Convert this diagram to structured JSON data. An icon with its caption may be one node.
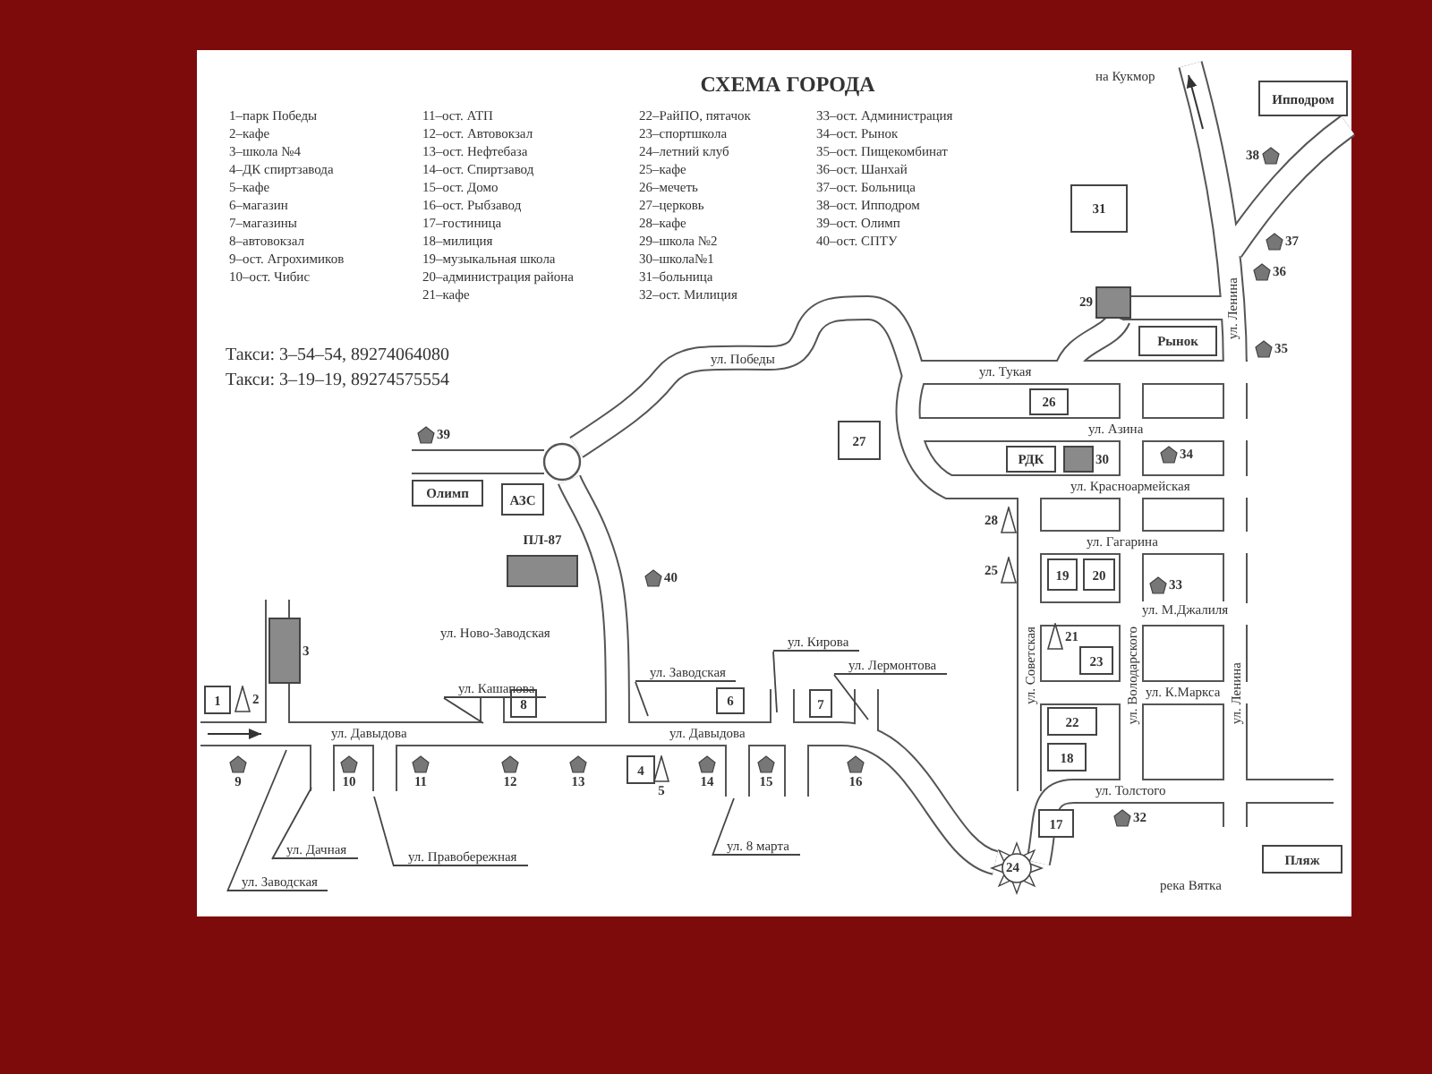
{
  "diagram": {
    "title": "СХЕМА ГОРОДА",
    "nodes": [
      {
        "text": [
          "Ипподром"
        ]
      },
      {
        "text": [],
        "shape": "pentagon",
        "beside": [
          "38"
        ]
      },
      {
        "text": [
          "31"
        ]
      },
      {
        "text": [],
        "shape": "pentagon",
        "beside": [
          "37"
        ]
      },
      {
        "text": [],
        "shape": "pentagon",
        "beside": [
          "36"
        ]
      },
      {
        "text": [],
        "shape": "box",
        "beside": [
          "29"
        ]
      },
      {
        "text": [
          "Рынок"
        ]
      },
      {
        "text": [],
        "shape": "pentagon",
        "beside": [
          "35"
        ]
      },
      {
        "text": [],
        "shape": "pentagon",
        "beside": [
          "39"
        ]
      },
      {
        "text": [
          "26"
        ]
      },
      {
        "text": [
          "27"
        ]
      },
      {
        "text": [
          "Олимп"
        ]
      },
      {
        "text": [
          "АЗС"
        ]
      },
      {
        "text": [
          "РДК"
        ]
      },
      {
        "text": [],
        "shape": "box",
        "beside": [
          "30"
        ]
      },
      {
        "text": [],
        "shape": "pentagon",
        "beside": [
          "34"
        ]
      },
      {
        "text": [],
        "shape": "triangle",
        "beside": [
          "28"
        ]
      },
      {
        "text": [
          "ПЛ-87"
        ]
      },
      {
        "text": [],
        "shape": "triangle",
        "beside": [
          "25"
        ]
      },
      {
        "text": [],
        "shape": "pentagon",
        "beside": [
          "40"
        ]
      },
      {
        "text": [
          "19"
        ]
      },
      {
        "text": [
          "20"
        ]
      },
      {
        "text": [],
        "shape": "pentagon",
        "beside": [
          "33"
        ]
      },
      {
        "text": [],
        "shape": "box",
        "beside": [
          "3"
        ]
      },
      {
        "text": [],
        "shape": "triangle",
        "beside": [
          "21"
        ]
      },
      {
        "text": [
          "23"
        ]
      },
      {
        "text": [],
        "shape": "triangle",
        "beside": [
          "2"
        ]
      },
      {
        "text": [
          "1"
        ]
      },
      {
        "text": [
          "22"
        ]
      },
      {
        "text": [
          "8"
        ]
      },
      {
        "text": [
          "6"
        ]
      },
      {
        "text": [
          "7"
        ]
      },
      {
        "text": [
          "18"
        ]
      },
      {
        "text": [],
        "shape": "pentagon",
        "beside": [
          "9"
        ]
      },
      {
        "text": [],
        "shape": "pentagon",
        "beside": [
          "10"
        ]
      },
      {
        "text": [],
        "shape": "pentagon",
        "beside": [
          "11"
        ]
      },
      {
        "text": [],
        "shape": "pentagon",
        "beside": [
          "12"
        ]
      },
      {
        "text": [],
        "shape": "pentagon",
        "beside": [
          "13"
        ]
      },
      {
        "text": [
          "4"
        ]
      },
      {
        "text": [],
        "shape": "triangle",
        "beside": [
          "5"
        ]
      },
      {
        "text": [],
        "shape": "pentagon",
        "beside": [
          "14"
        ]
      },
      {
        "text": [],
        "shape": "pentagon",
        "beside": [
          "15"
        ]
      },
      {
        "text": [],
        "shape": "pentagon",
        "beside": [
          "16"
        ]
      },
      {
        "text": [],
        "shape": "pentagon",
        "beside": [
          "32"
        ]
      },
      {
        "text": [
          "17"
        ]
      },
      {
        "text": [
          "24"
        ]
      },
      {
        "text": [
          "Пляж"
        ]
      },
      {
        "text": [
          "ул. Кашапова"
        ]
      },
      {
        "text": [
          "ул. Заводская"
        ]
      },
      {
        "text": [
          "ул. Кирова"
        ]
      },
      {
        "text": [
          "ул. Лермонтова"
        ]
      },
      {
        "text": [
          "ул. Дачная"
        ]
      },
      {
        "text": [
          "ул. Правобережная"
        ]
      },
      {
        "text": [
          "ул. 8 марта"
        ]
      },
      {
        "text": [
          "ул. Заводская"
        ]
      }
    ],
    "edges": [
      {
        "from": 47,
        "to": null,
        "arrow": "none"
      },
      {
        "from": 48,
        "to": null,
        "arrow": "none"
      },
      {
        "from": 49,
        "to": null,
        "arrow": "none"
      },
      {
        "from": 50,
        "to": null,
        "arrow": "none"
      },
      {
        "from": 51,
        "to": null,
        "arrow": "none"
      },
      {
        "from": 52,
        "to": null,
        "arrow": "none"
      },
      {
        "from": 53,
        "to": null,
        "arrow": "none"
      },
      {
        "from": 54,
        "to": null,
        "arrow": "none"
      }
    ],
    "labels": [
      "1–парк Победы",
      "2–кафе",
      "3–школа №4",
      "4–ДК спиртзавода",
      "5–кафе",
      "6–магазин",
      "7–магазины",
      "8–автовокзал",
      "9–ост. Агрохимиков",
      "10–ост. Чибис",
      "11–ост. АТП",
      "12–ост. Автовокзал",
      "13–ост. Нефтебаза",
      "14–ост. Спиртзавод",
      "15–ост. Домо",
      "16–ост. Рыбзавод",
      "17–гостиница",
      "18–милиция",
      "19–музыкальная школа",
      "20–администрация района",
      "21–кафе",
      "22–РайПО, пятачок",
      "23–спортшкола",
      "24–летний клуб",
      "25–кафе",
      "26–мечеть",
      "27–церковь",
      "28–кафе",
      "29–школа №2",
      "30–школа№1",
      "31–больница",
      "32–ост. Милиция",
      "33–ост. Администрация",
      "34–ост. Рынок",
      "35–ост. Пищекомбинат",
      "36–ост. Шанхай",
      "37–ост. Больница",
      "38–ост. Ипподром",
      "39–ост. Олимп",
      "40–ост. СПТУ",
      "Такси: 3–54–54, 89274064080",
      "Такси: 3–19–19, 89274575554",
      "на Кукмор",
      "ул. Ленина",
      "ул. Победы",
      "ул. Тукая",
      "ул. Азина",
      "ул. Красноармейская",
      "ул. Гагарина",
      "ул. М.Джалиля",
      "ул. Ново-Заводская",
      "ул. Советская",
      "ул. Володарского",
      "ул. К.Маркса",
      "ул. Ленина",
      "ул. Давыдова",
      "ул. Давыдова",
      "ул. Толстого",
      "река Вятка"
    ]
  }
}
